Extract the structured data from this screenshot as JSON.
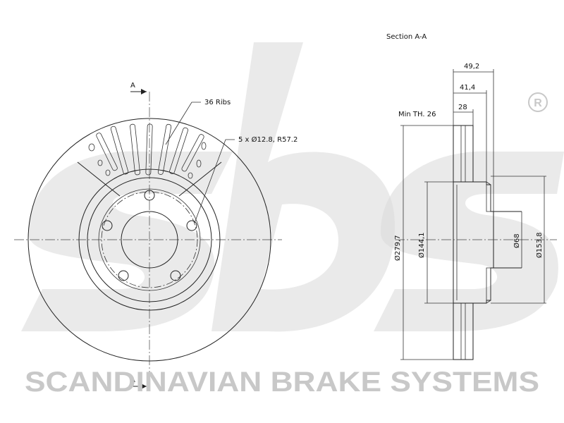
{
  "front_view": {
    "section_marker": "A",
    "ribs_label": "36 Ribs",
    "holes_label": "5 x Ø12.8, R57.2"
  },
  "section_view": {
    "title": "Section A-A",
    "dim_total_width": "49,2",
    "dim_hat_width": "41,4",
    "dim_thickness": "28",
    "min_thickness": "Min TH. 26",
    "dia_outer": "Ø279,7",
    "dia_hat": "Ø144,1",
    "dia_bore": "Ø68",
    "dia_hub": "Ø153,8"
  },
  "brand": {
    "tagline": "SCANDINAVIAN BRAKE SYSTEMS",
    "registered_mark": "R",
    "watermark_logo": "sbs"
  },
  "colors": {
    "watermark": "#d9d9d9",
    "line": "#222222"
  }
}
